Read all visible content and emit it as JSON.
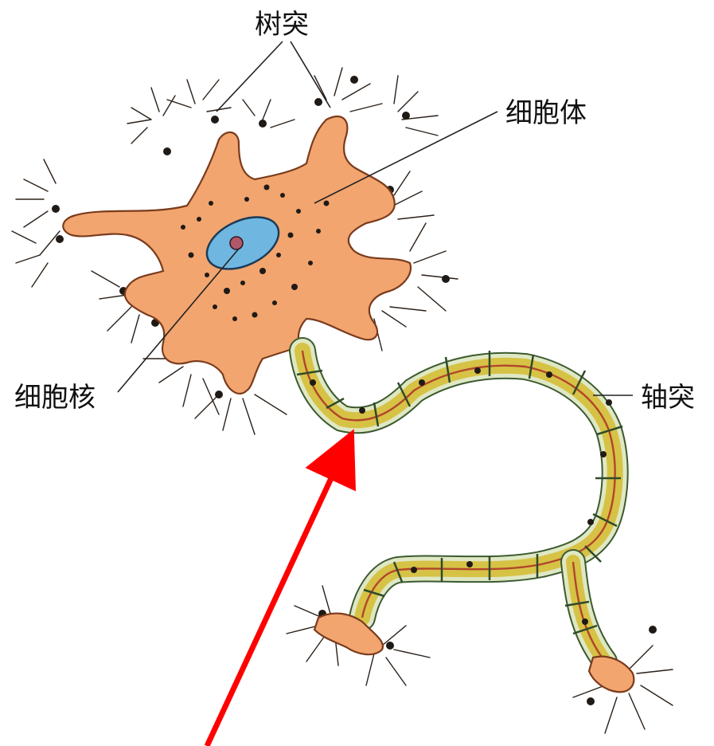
{
  "labels": {
    "dendrite": "树突",
    "cell_body": "细胞体",
    "nucleus": "细胞核",
    "axon": "轴突"
  },
  "colors": {
    "cytoplasm": "#f2a56f",
    "nucleus": "#6fb7e0",
    "myelin": "#d6c245",
    "arrow": "#ff0000",
    "text": "#111111"
  }
}
